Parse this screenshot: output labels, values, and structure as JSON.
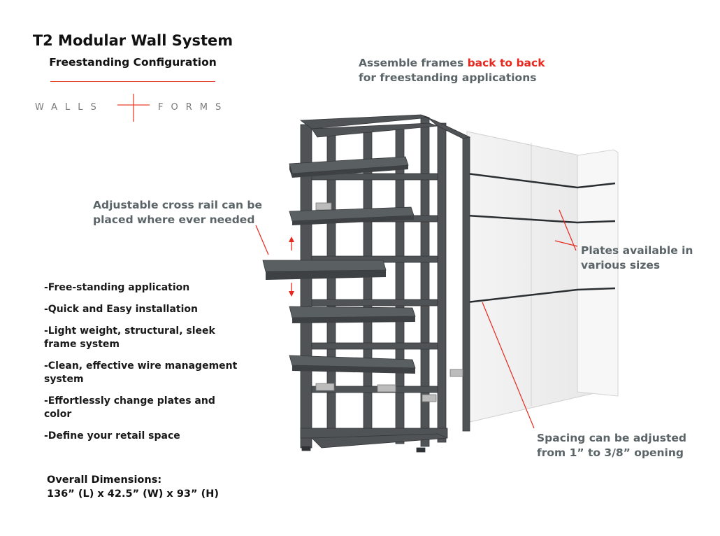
{
  "header": {
    "title": "T2 Modular Wall System",
    "subtitle": "Freestanding Configuration",
    "logo_left": "WALLS",
    "logo_right": "FORMS"
  },
  "callouts": {
    "assemble_a": "Assemble frames ",
    "assemble_red": "back to back",
    "assemble_b": "for freestanding applications",
    "crossrail_a": "Adjustable cross rail can be",
    "crossrail_b": "placed where ever needed",
    "plates_a": "Plates available in",
    "plates_b": "various sizes",
    "spacing_a": "Spacing can be adjusted",
    "spacing_b": "from 1” to 3/8” opening"
  },
  "features": [
    "-Free-standing application",
    "-Quick and Easy installation",
    "-Light weight, structural, sleek frame system",
    "-Clean, effective wire management system",
    "-Effortlessly change plates and color",
    "-Define your retail space"
  ],
  "dimensions": {
    "label": "Overall Dimensions:",
    "value": "136” (L) x 42.5” (W) x 93” (H)"
  },
  "colors": {
    "accent_red": "#e8281e",
    "frame_gray": "#4f5356",
    "callout_gray": "#5b6467"
  },
  "icons": [
    "adjust-up-arrow-icon",
    "adjust-down-arrow-icon",
    "walls-forms-cross-icon"
  ]
}
